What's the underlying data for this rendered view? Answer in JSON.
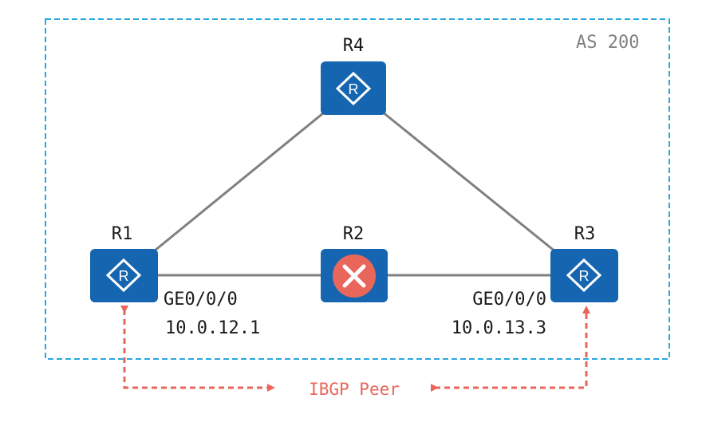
{
  "as_label": "AS 200",
  "routers": {
    "r1": {
      "label": "R1"
    },
    "r2": {
      "label": "R2",
      "status": "failed"
    },
    "r3": {
      "label": "R3"
    },
    "r4": {
      "label": "R4"
    }
  },
  "interfaces": {
    "r1": {
      "name": "GE0/0/0",
      "ip": "10.0.12.1"
    },
    "r3": {
      "name": "GE0/0/0",
      "ip": "10.0.13.3"
    }
  },
  "peering": {
    "label": "IBGP Peer"
  },
  "colors": {
    "router": "#1565b0",
    "failed": "#e8675a",
    "link": "#808080",
    "as_border": "#29a8e0",
    "peer_arrow": "#e8675a"
  },
  "icons": {
    "router": "router-icon",
    "failed": "x-icon"
  }
}
